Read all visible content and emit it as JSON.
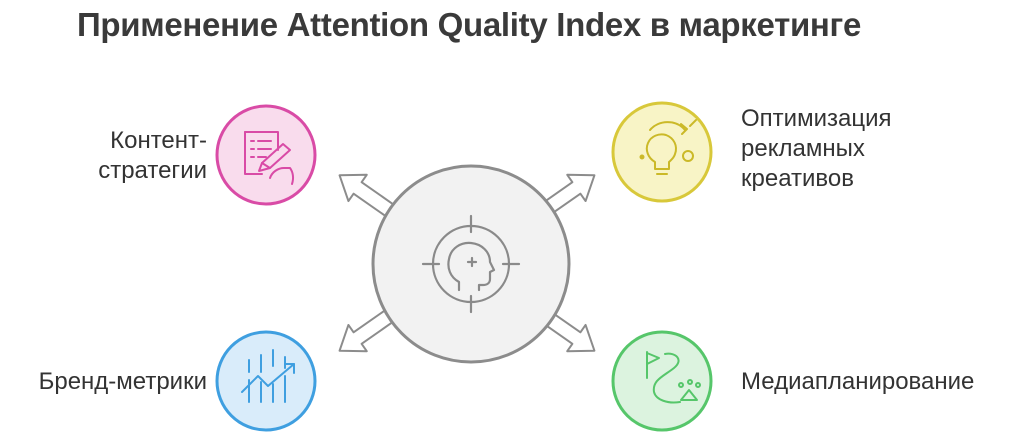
{
  "title": "Применение Attention Quality Index в маркетинге",
  "center": {
    "icon": "head-target-icon"
  },
  "items": [
    {
      "id": "content-strategies",
      "label": "Контент-\nстратегии",
      "icon": "document-writing-hand-icon",
      "color": "#d94ba6",
      "fill": "#f9dced"
    },
    {
      "id": "ad-creatives",
      "label": "Оптимизация\nрекламных\nкреативов",
      "icon": "lightbulb-idea-icon",
      "color": "#d8c83a",
      "fill": "#f8f4c6"
    },
    {
      "id": "brand-metrics",
      "label": "Бренд-метрики",
      "icon": "growth-chart-icon",
      "color": "#3f9fe0",
      "fill": "#d9ecfa"
    },
    {
      "id": "media-planning",
      "label": "Медиапланирование",
      "icon": "route-map-icon",
      "color": "#56c66a",
      "fill": "#dcf3df"
    }
  ]
}
